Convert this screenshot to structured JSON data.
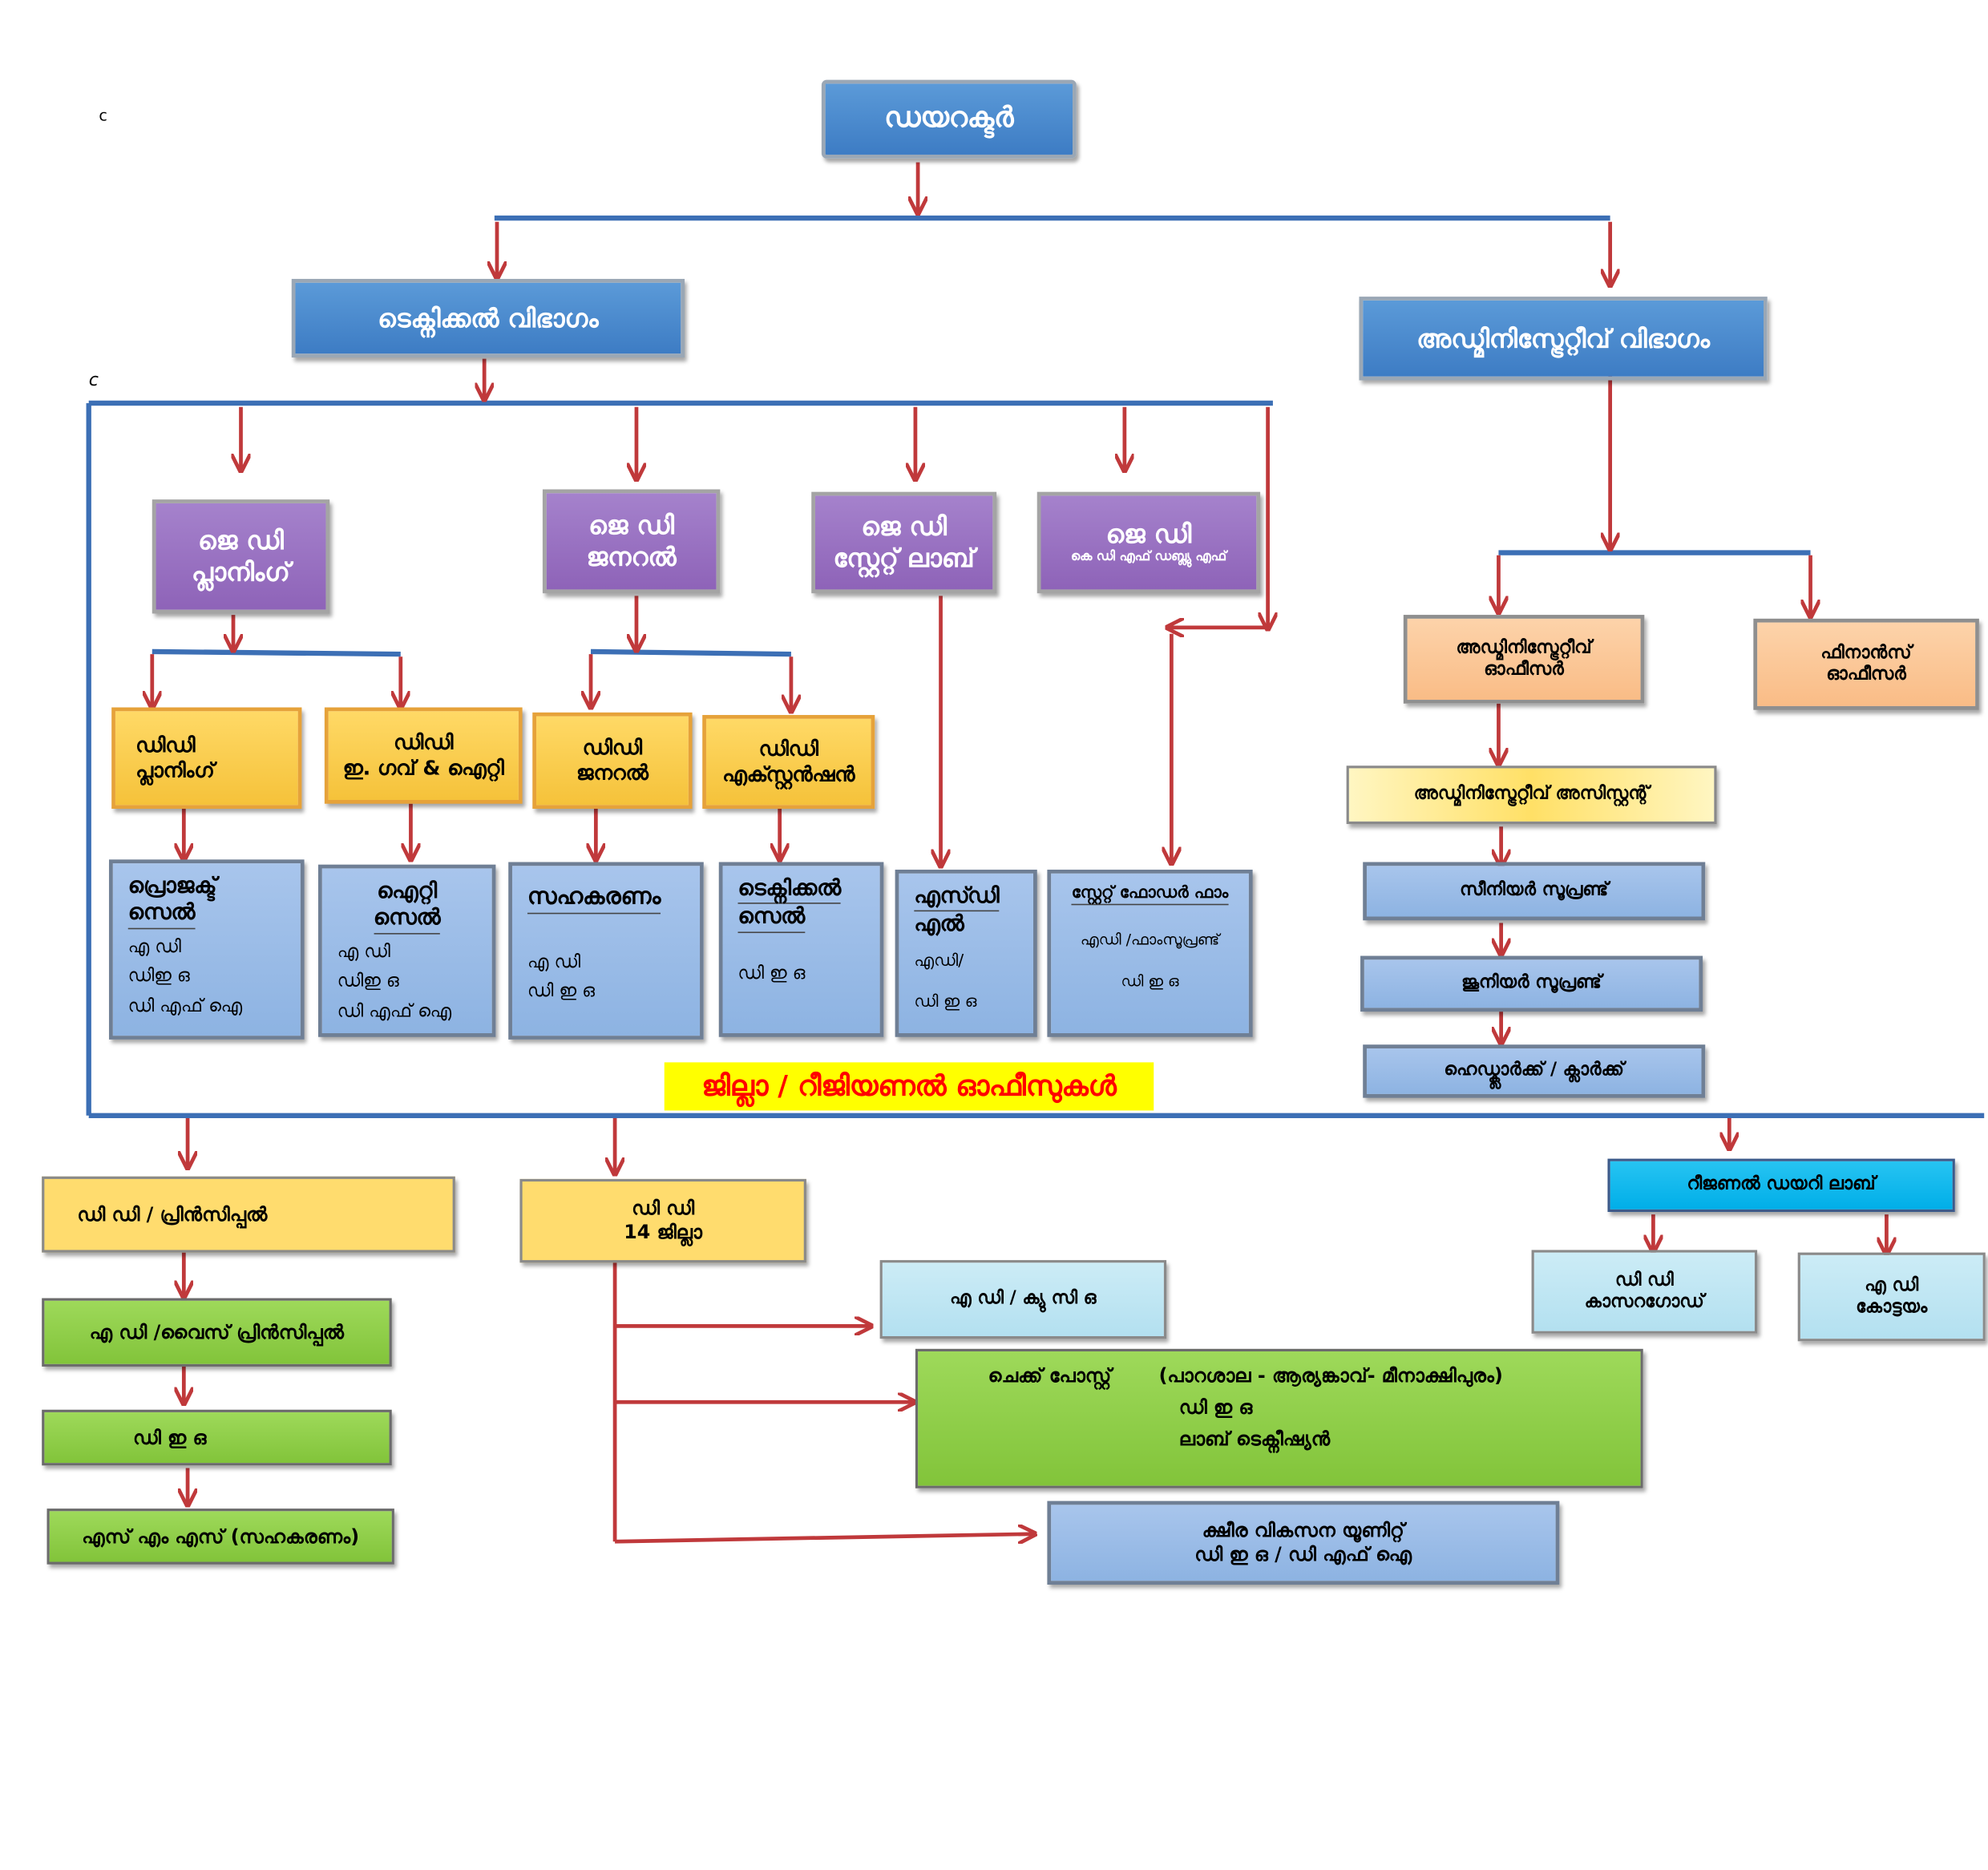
{
  "corner_marks": [
    "c",
    "c"
  ],
  "director": "ഡയറക്ടർ",
  "technical_division": "ടെക്നിക്കൽ വിഭാഗം",
  "admin_division": "അഡ്മിനിസ്ട്രേറ്റീവ് വിഭാഗം",
  "jd_planning": [
    "ജെ ഡി",
    "പ്ലാനിംഗ്"
  ],
  "jd_general": [
    "ജെ ഡി",
    "ജനറൽ"
  ],
  "jd_state_lab": [
    "ജെ ഡി",
    "സ്റ്റേറ്റ് ലാബ്"
  ],
  "jd_kdfwf": [
    "ജെ ഡി",
    "കെ ഡി എഫ് ഡബ്ല്യു എഫ്"
  ],
  "dd_planning": [
    "ഡിഡി",
    "പ്ലാനിംഗ്"
  ],
  "dd_egov": [
    "ഡിഡി",
    "ഇ. ഗവ് & ഐറ്റി"
  ],
  "dd_general": [
    "ഡിഡി",
    "ജനറൽ"
  ],
  "dd_extension": [
    "ഡിഡി",
    "എക്സ്റ്റൻഷൻ"
  ],
  "cells": {
    "project": {
      "title": [
        "പ്രൊജക്ട്",
        "സെൽ"
      ],
      "lines": [
        "എ ഡി",
        "ഡിഇ ഒ",
        "ഡി എഫ് ഐ"
      ]
    },
    "it": {
      "title": [
        "ഐറ്റി",
        "സെൽ"
      ],
      "lines": [
        "എ ഡി",
        "ഡിഇ ഒ",
        "ഡി എഫ് ഐ"
      ]
    },
    "coop": {
      "title": [
        "സഹകരണം"
      ],
      "lines": [
        "എ ഡി",
        "ഡി ഇ ഒ"
      ]
    },
    "tech": {
      "title": [
        "ടെക്നിക്കൽ",
        "സെൽ"
      ],
      "lines": [
        "ഡി ഇ ഒ"
      ]
    },
    "sdl": {
      "title": [
        "എസ്ഡി",
        "എൽ"
      ],
      "lines": [
        "എഡി/",
        "ഡി ഇ ഒ"
      ]
    },
    "fodder": {
      "title": [
        "സ്റ്റേറ്റ് ഫോഡർ ഫാം"
      ],
      "lines": [
        "എഡി /ഫാംസൂപ്രണ്ട്",
        "ഡി ഇ ഒ"
      ]
    }
  },
  "admin_officer": [
    "അഡ്മിനിസ്ട്രേറ്റീവ്",
    "ഓഫീസർ"
  ],
  "finance_officer": [
    "ഫിനാൻസ്",
    "ഓഫീസർ"
  ],
  "admin_assistant": "അഡ്മിനിസ്ട്രേറ്റീവ് അസിസ്റ്റന്റ്",
  "senior_supdt": "സീനിയർ സൂപ്രണ്ട്",
  "junior_supdt": "ജൂനിയർ സൂപ്രണ്ട്",
  "clerk": "ഹെഡ്ക്ലാർക്ക് / ക്ലാർക്ക്",
  "district_offices": "ജില്ലാ / റീജിയണൽ ഓഫീസുകൾ",
  "dd_principal": "ഡി ഡി / പ്രിൻസിപ്പൽ",
  "ad_vice_principal": "എ ഡി /വൈസ് പ്രിൻസിപ്പൽ",
  "deo": "ഡി ഇ ഒ",
  "sms": "എസ് എം എസ് (സഹകരണം)",
  "dd_district": [
    "ഡി ഡി",
    "14 ജില്ലാ"
  ],
  "ad_qco": "എ ഡി / ക്യു സി ഒ",
  "checkpost": {
    "label": "ചെക്ക് പോസ്റ്റ്",
    "places": "(പാറശാല - ആര്യങ്കാവ്- മീനാക്ഷിപുരം)",
    "line2": "ഡി ഇ ഒ",
    "line3": "ലാബ് ടെക്നീഷ്യൻ"
  },
  "ksheera": [
    "ക്ഷീര വികസന യൂണിറ്റ്",
    "ഡി ഇ ഒ / ഡി എഫ് ഐ"
  ],
  "regional_lab": "റീജണൽ ഡയറി ലാബ്",
  "dd_kasaragod": [
    "ഡി ഡി",
    "കാസറഗോഡ്"
  ],
  "ad_kottayam": [
    "എ ഡി",
    "കോട്ടയം"
  ],
  "colors": {
    "connector": "#3c6fb5",
    "arrow": "#c0393b",
    "district_label": "#ff0000",
    "district_bg": "#ffff00"
  }
}
